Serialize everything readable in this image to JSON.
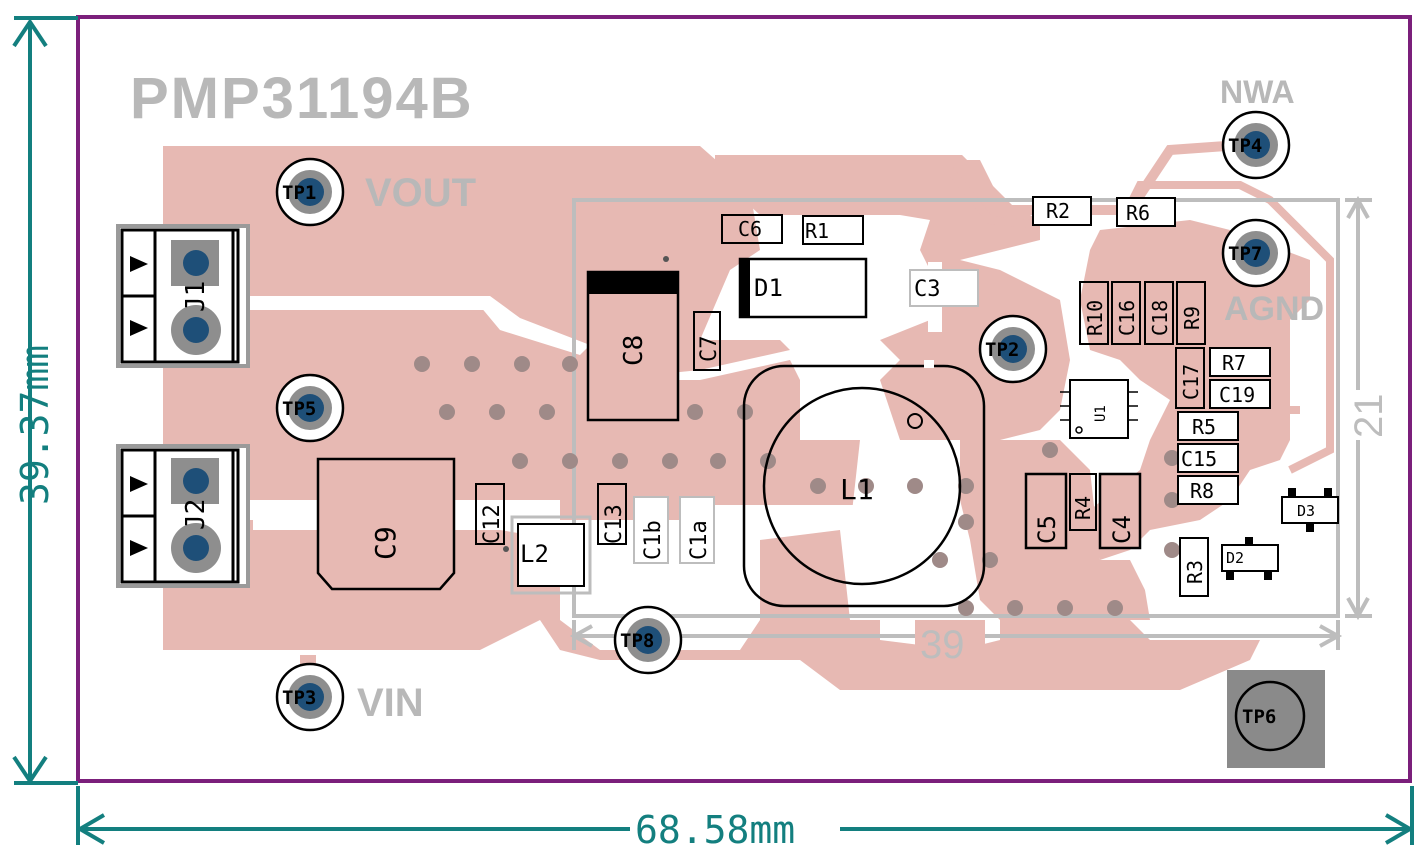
{
  "board": {
    "title": "PMP31194B",
    "width_dim": "68.58mm",
    "height_dim": "39.37mm",
    "inner_width_dim": "39",
    "inner_height_dim": "21"
  },
  "net_labels": {
    "vout": "VOUT",
    "vin": "VIN",
    "nwa": "NWA",
    "agnd": "AGND"
  },
  "test_points": [
    "TP1",
    "TP2",
    "TP3",
    "TP4",
    "TP5",
    "TP6",
    "TP7",
    "TP8"
  ],
  "connectors": [
    "J1",
    "J2"
  ],
  "components": {
    "C1a": "C1a",
    "C1b": "C1b",
    "C3": "C3",
    "C4": "C4",
    "C5": "C5",
    "C6": "C6",
    "C7": "C7",
    "C8": "C8",
    "C9": "C9",
    "C12": "C12",
    "C13": "C13",
    "C15": "C15",
    "C16": "C16",
    "C17": "C17",
    "C18": "C18",
    "C19": "C19",
    "D1": "D1",
    "D2": "D2",
    "D3": "D3",
    "L1": "L1",
    "L2": "L2",
    "R1": "R1",
    "R2": "R2",
    "R3": "R3",
    "R4": "R4",
    "R5": "R5",
    "R6": "R6",
    "R7": "R7",
    "R8": "R8",
    "R9": "R9",
    "R10": "R10",
    "U1": "U1"
  },
  "colors": {
    "board_outline": "#7b1f7b",
    "copper": "#e7b9b3",
    "silkscreen": "#000000",
    "dimension": "#137f7f",
    "pad": "#1e4f78"
  }
}
